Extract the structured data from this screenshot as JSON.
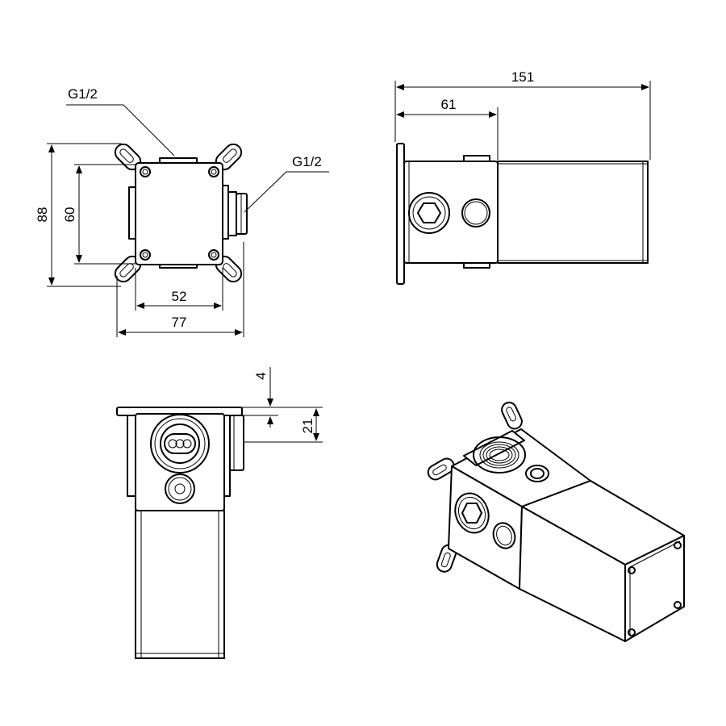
{
  "front_view": {
    "thread_top": "G1/2",
    "thread_side": "G1/2",
    "height_outer": "88",
    "height_inner": "60",
    "width_inner": "52",
    "width_outer": "77"
  },
  "side_view": {
    "length_total": "151",
    "length_body": "61"
  },
  "top_view": {
    "offset_small": "4",
    "offset_large": "21"
  },
  "colors": {
    "line": "#000000",
    "background": "#ffffff"
  }
}
